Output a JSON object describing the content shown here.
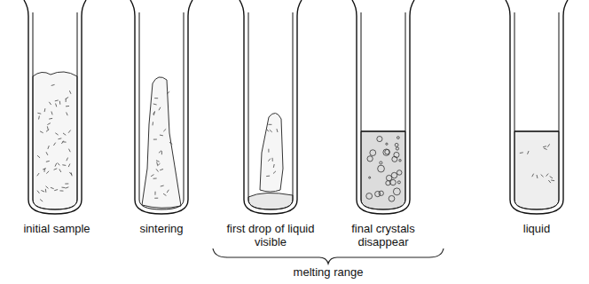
{
  "diagram": {
    "labels": [
      "initial sample",
      "sintering",
      "first drop of liquid visible",
      "final crystals disappear",
      "liquid",
      "melting range"
    ]
  }
}
